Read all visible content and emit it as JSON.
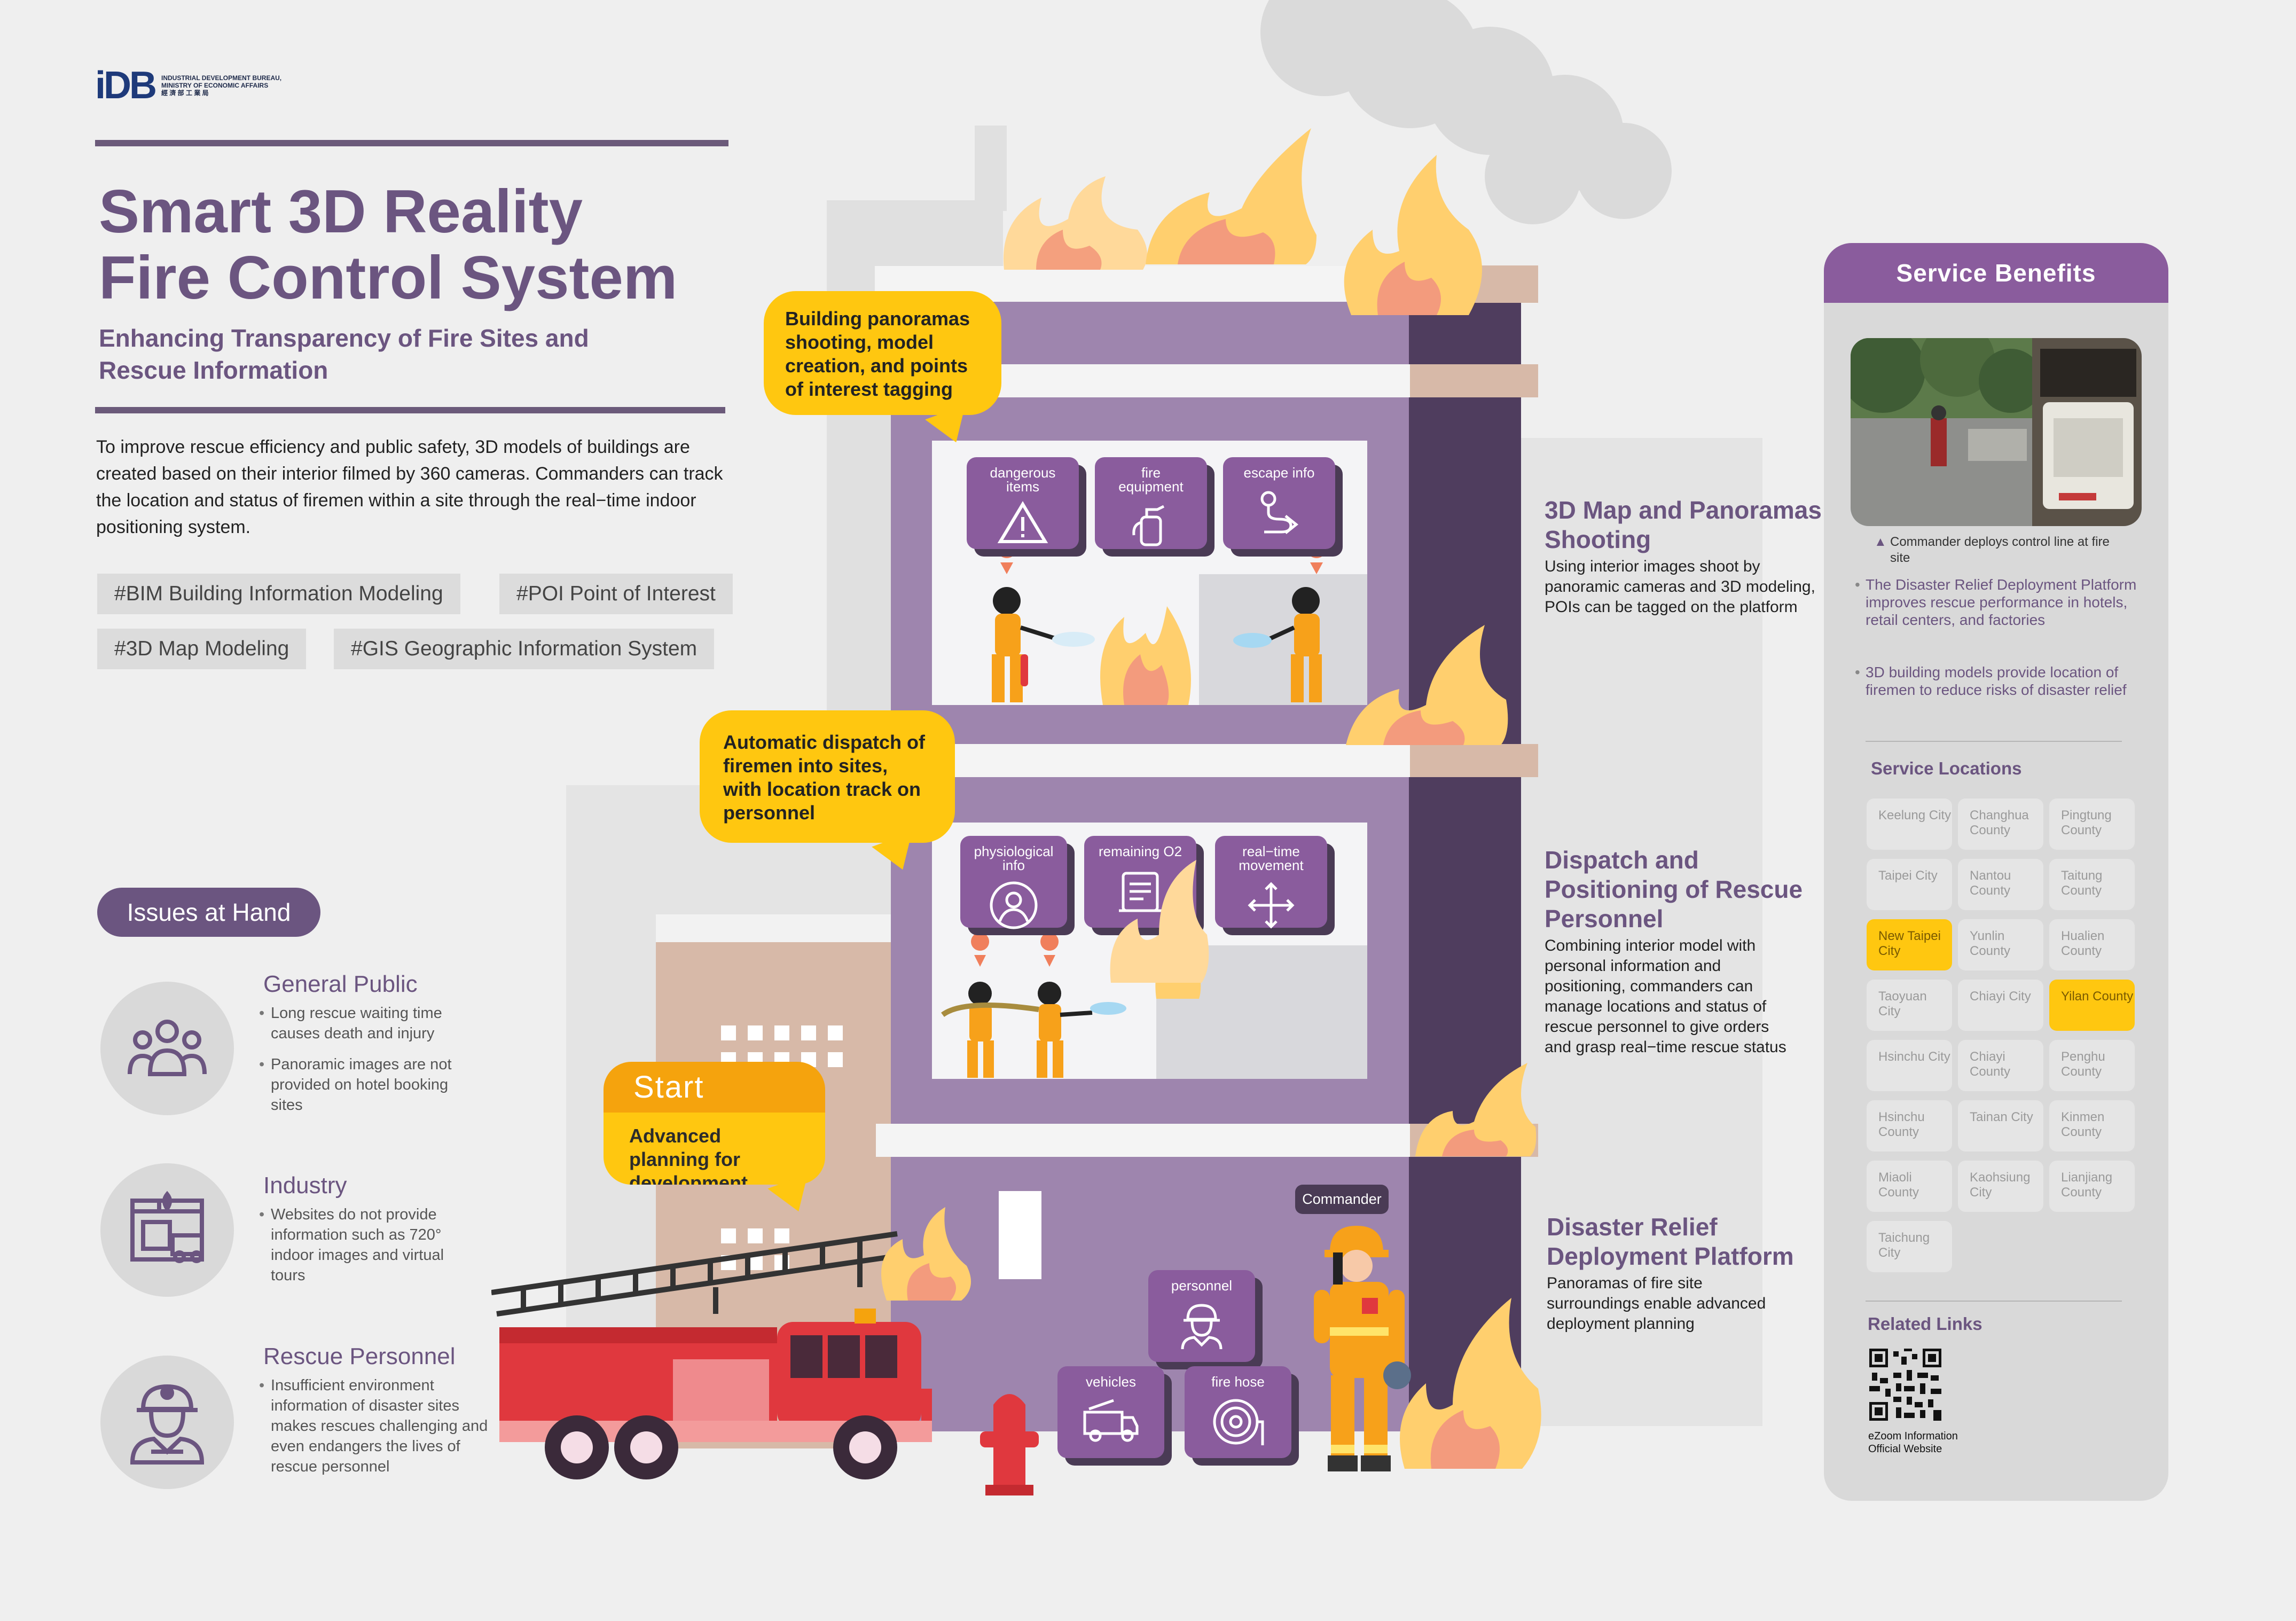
{
  "logo": {
    "mark": "iDB",
    "line1": "INDUSTRIAL DEVELOPMENT BUREAU,",
    "line2": "MINISTRY OF ECONOMIC AFFAIRS",
    "line3": "經 濟 部 工 業 局"
  },
  "header": {
    "title_line1": "Smart 3D Reality",
    "title_line2": "Fire Control System",
    "subtitle_line1": "Enhancing Transparency of Fire Sites and",
    "subtitle_line2": "Rescue Information",
    "intro": "To improve rescue efficiency and public safety, 3D models of buildings are created based on their interior filmed by 360 cameras. Commanders can track the location and status of firemen within a site through the real−time indoor positioning system."
  },
  "tags": [
    "#BIM Building Information Modeling",
    "#POI Point of Interest",
    "#3D Map Modeling",
    "#GIS Geographic Information System"
  ],
  "issues": {
    "label": "Issues at Hand",
    "groups": [
      {
        "title": "General Public",
        "icon": "people-icon",
        "points": [
          "Long rescue waiting time causes death and injury",
          "Panoramic images are not provided on hotel booking sites"
        ]
      },
      {
        "title": "Industry",
        "icon": "factory-icon",
        "points": [
          "Websites do not provide information such as 720° indoor images and virtual tours"
        ]
      },
      {
        "title": "Rescue Personnel",
        "icon": "firefighter-icon",
        "points": [
          "Insufficient environment information of disaster sites makes rescues challenging and even endangers the lives of rescue personnel"
        ]
      }
    ]
  },
  "bubbles": {
    "top": "Building panoramas shooting, model creation, and points of interest tagging",
    "middle": "Automatic dispatch of firemen into sites, with location track on personnel",
    "start_label": "Start",
    "start_text": "Advanced planning for development"
  },
  "poi_cards": {
    "floor3": [
      "dangerous items",
      "fire equipment",
      "escape info"
    ],
    "floor2": [
      "physiological info",
      "remaining O2",
      "real−time movement"
    ],
    "ground": [
      "personnel",
      "vehicles",
      "fire hose"
    ]
  },
  "commander_label": "Commander",
  "descriptions": [
    {
      "title": "3D Map and Panoramas Shooting",
      "text": "Using interior images shoot by panoramic cameras and 3D modeling, POIs can be tagged on the platform"
    },
    {
      "title": "Dispatch and Positioning of Rescue Personnel",
      "text": "Combining interior model with personal information and positioning, commanders can manage locations and status of rescue personnel to give orders and grasp real−time rescue status"
    },
    {
      "title": "Disaster Relief Deployment Platform",
      "text": "Panoramas of fire site surroundings enable advanced deployment planning"
    }
  ],
  "benefits": {
    "header": "Service Benefits",
    "photo_caption": "Commander deploys control line at fire site",
    "points": [
      "The Disaster Relief Deployment Platform improves rescue performance in hotels, retail centers, and factories",
      "3D building models provide location of firemen to reduce risks of disaster relief"
    ],
    "locations_title": "Service Locations",
    "locations": [
      {
        "name": "Keelung City",
        "highlight": false
      },
      {
        "name": "Changhua County",
        "highlight": false
      },
      {
        "name": "Pingtung County",
        "highlight": false
      },
      {
        "name": "Taipei City",
        "highlight": false
      },
      {
        "name": "Nantou County",
        "highlight": false
      },
      {
        "name": "Taitung County",
        "highlight": false
      },
      {
        "name": "New Taipei City",
        "highlight": true
      },
      {
        "name": "Yunlin County",
        "highlight": false
      },
      {
        "name": "Hualien County",
        "highlight": false
      },
      {
        "name": "Taoyuan City",
        "highlight": false
      },
      {
        "name": "Chiayi City",
        "highlight": false
      },
      {
        "name": "Yilan County",
        "highlight": true
      },
      {
        "name": "Hsinchu City",
        "highlight": false
      },
      {
        "name": "Chiayi County",
        "highlight": false
      },
      {
        "name": "Penghu County",
        "highlight": false
      },
      {
        "name": "Hsinchu County",
        "highlight": false
      },
      {
        "name": "Tainan City",
        "highlight": false
      },
      {
        "name": "Kinmen County",
        "highlight": false
      },
      {
        "name": "Miaoli County",
        "highlight": false
      },
      {
        "name": "Kaohsiung City",
        "highlight": false
      },
      {
        "name": "Lianjiang County",
        "highlight": false
      },
      {
        "name": "Taichung City",
        "highlight": false
      }
    ],
    "links_title": "Related Links",
    "link_text_line1": "eZoom Information",
    "link_text_line2": "Official Website"
  },
  "colors": {
    "purple": "#6b5580",
    "card_purple": "#8a5c9d",
    "building_purple": "#9e85ae",
    "dark_purple": "#4a3b55",
    "yellow": "#ffc710",
    "truck_red": "#e0383e"
  }
}
